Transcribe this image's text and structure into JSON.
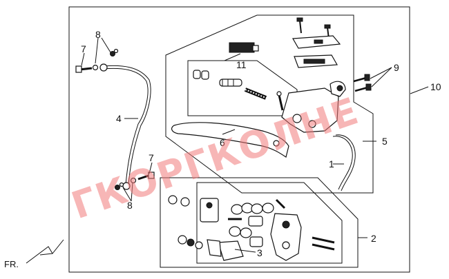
{
  "callouts": {
    "c1": "1",
    "c2": "2",
    "c3": "3",
    "c4": "4",
    "c5": "5",
    "c6": "6",
    "c7a": "7",
    "c7b": "7",
    "c8a": "8",
    "c8b": "8",
    "c9": "9",
    "c10": "10",
    "c11": "11"
  },
  "direction_label": "FR.",
  "watermark": "ГКОРГКОЛНЕ",
  "colors": {
    "line": "#111111",
    "watermark": "#f07a7a",
    "background": "#ffffff"
  }
}
